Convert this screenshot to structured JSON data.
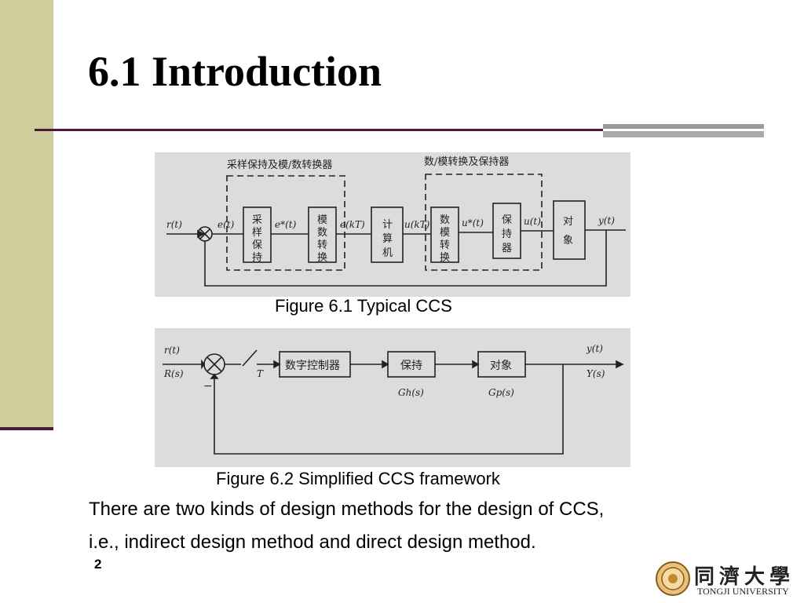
{
  "slide": {
    "title": "6.1 Introduction",
    "page_number": "2"
  },
  "figure1": {
    "caption": "Figure 6.1 Typical CCS",
    "group_left_label": "采样保持及模/数转换器",
    "group_right_label": "数/模转换及保持器",
    "signals": {
      "r": "r(t)",
      "e": "e(t)",
      "e_star": "e*(t)",
      "e_kT": "e(kT)",
      "u_kT": "u(kT)",
      "u_star": "u*(t)",
      "u": "u(t)",
      "y": "y(t)"
    },
    "blocks": [
      "采样保持",
      "模数转换",
      "计算机",
      "数模转换",
      "保持器",
      "对象"
    ]
  },
  "figure2": {
    "caption": "Figure 6.2 Simplified CCS framework",
    "labels": {
      "r": "r(t)",
      "R": "R(s)",
      "minus": "−",
      "T": "T",
      "y": "y(t)",
      "Y": "Y(s)",
      "Gh": "Gh(s)",
      "Gp": "Gp(s)"
    },
    "blocks": [
      "数字控制器",
      "保持",
      "对象"
    ]
  },
  "body": {
    "line1": "There are two kinds of design methods for the design of CCS,",
    "line2": "i.e., indirect design method and direct design method."
  },
  "logo": {
    "cn": "同濟大學",
    "en": "TONGJI UNIVERSITY"
  }
}
